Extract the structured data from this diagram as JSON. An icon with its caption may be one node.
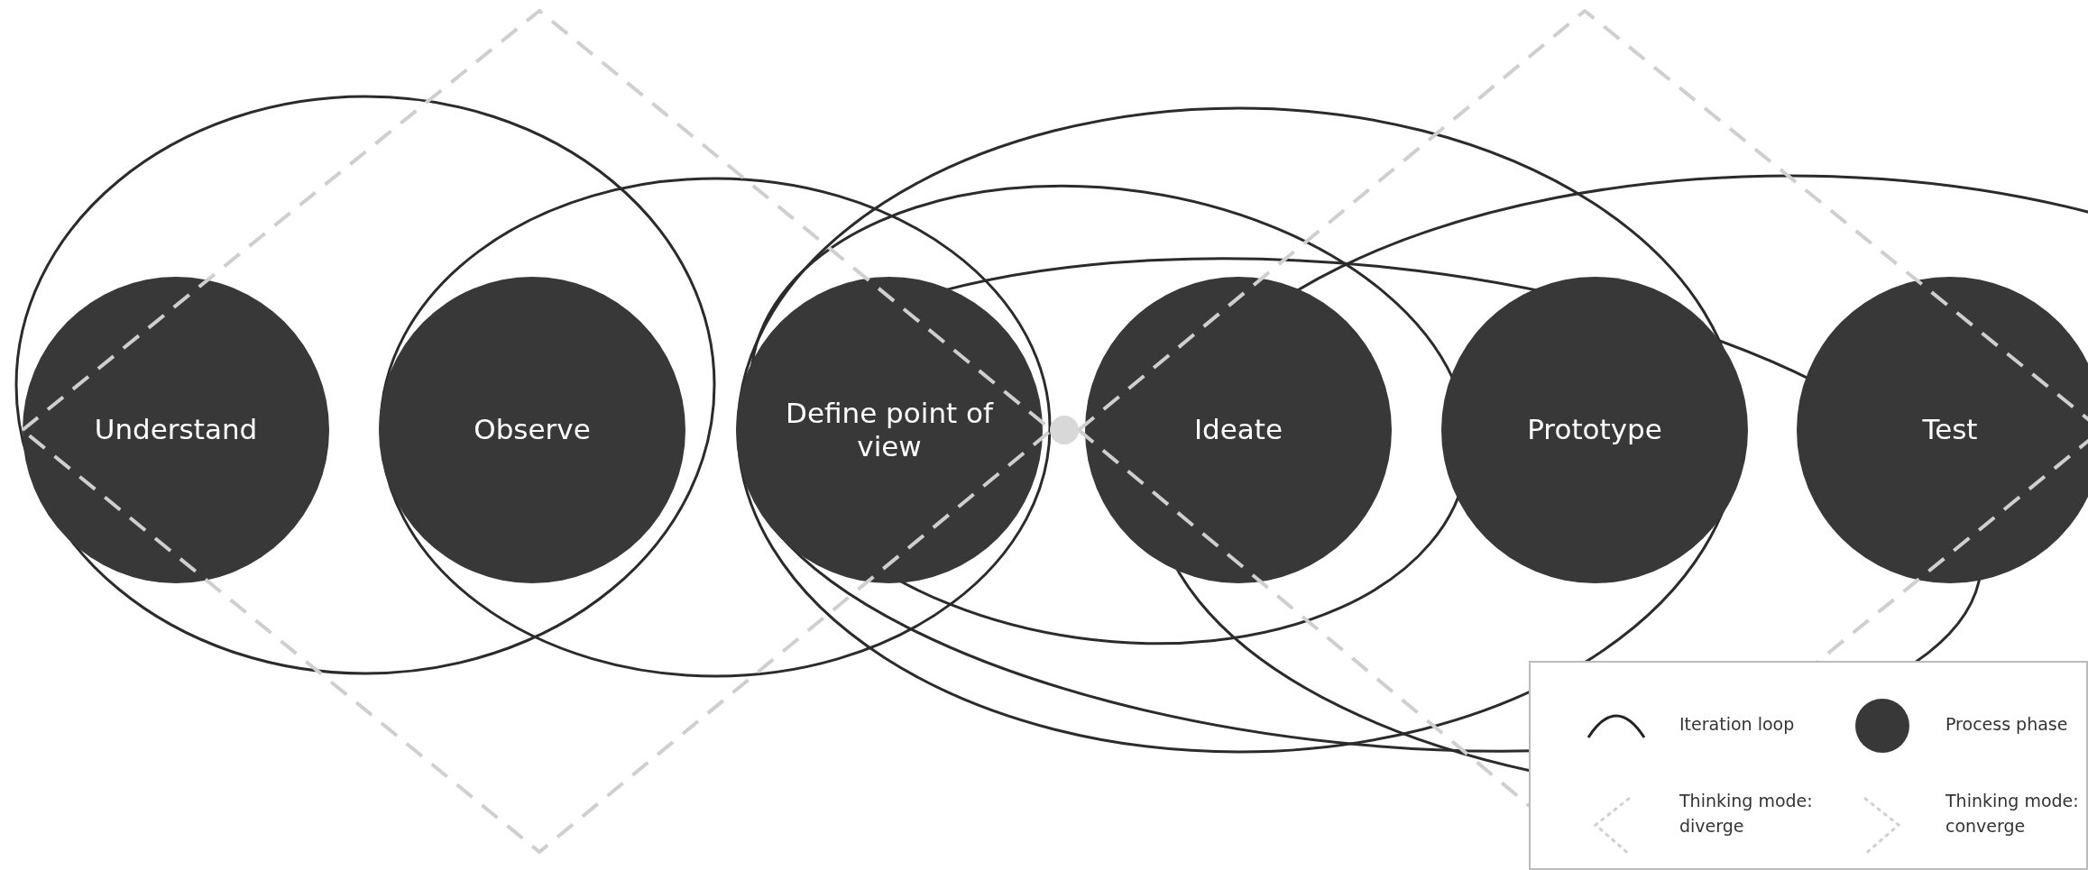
{
  "diagram": {
    "nodes": [
      {
        "text": [
          "Understand"
        ]
      },
      {
        "text": [
          "Observe"
        ]
      },
      {
        "text": [
          "Define point of view"
        ]
      },
      {
        "text": [
          "Ideate"
        ]
      },
      {
        "text": [
          "Prototype"
        ]
      },
      {
        "text": [
          "Test"
        ]
      }
    ],
    "legend": [
      {
        "text": "Iteration loop"
      },
      {
        "text": "Process phase",
        "color": "#383838"
      },
      {
        "text": "Thinking mode: diverge"
      },
      {
        "text": "Thinking mode: converge"
      }
    ]
  }
}
